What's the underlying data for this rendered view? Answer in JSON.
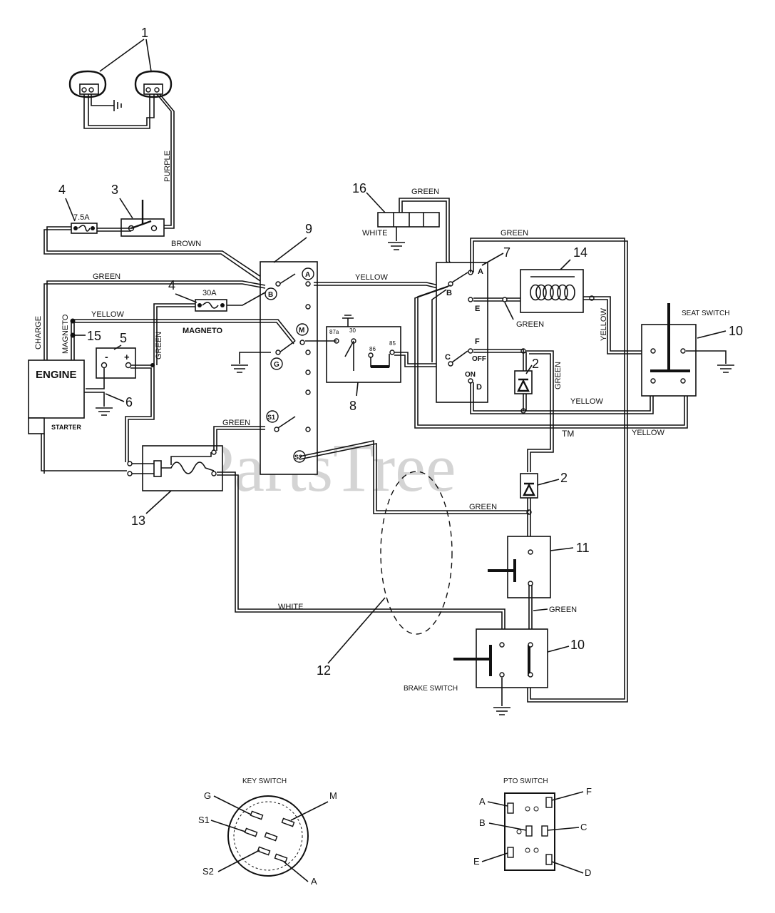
{
  "watermark": "PartsTree",
  "trademark": "TM",
  "callouts": [
    "1",
    "2",
    "3",
    "4",
    "5",
    "6",
    "7",
    "8",
    "9",
    "10",
    "11",
    "12",
    "13",
    "14",
    "15",
    "16"
  ],
  "fuses": {
    "small": "7.5A",
    "large": "30A"
  },
  "components": {
    "engine": "ENGINE",
    "starter": "STARTER",
    "seat_switch": "SEAT SWITCH",
    "brake_switch": "BRAKE SWITCH",
    "key_switch": "KEY SWITCH",
    "pto_switch": "PTO SWITCH",
    "battery_minus": "-",
    "battery_plus": "+",
    "magneto_label": "MAGNETO",
    "charge_label": "CHARGE",
    "magneto_wire": "MAGNETO"
  },
  "wires": {
    "purple": "PURPLE",
    "brown": "BROWN",
    "green": "GREEN",
    "yellow": "YELLOW",
    "white": "WHITE"
  },
  "ignition_terminals": [
    "A",
    "B",
    "M",
    "G",
    "S1",
    "S2"
  ],
  "relay_terminals": [
    "87a",
    "30",
    "86",
    "85"
  ],
  "pto_terminals": [
    "A",
    "B",
    "E",
    "C",
    "F",
    "D"
  ],
  "pto_states": {
    "off": "OFF",
    "on": "ON"
  },
  "key_switch_legend": {
    "g": "G",
    "m": "M",
    "s1": "S1",
    "s2": "S2",
    "a": "A"
  },
  "pto_switch_legend": {
    "a": "A",
    "f": "F",
    "b": "B",
    "c": "C",
    "e": "E",
    "d": "D"
  }
}
